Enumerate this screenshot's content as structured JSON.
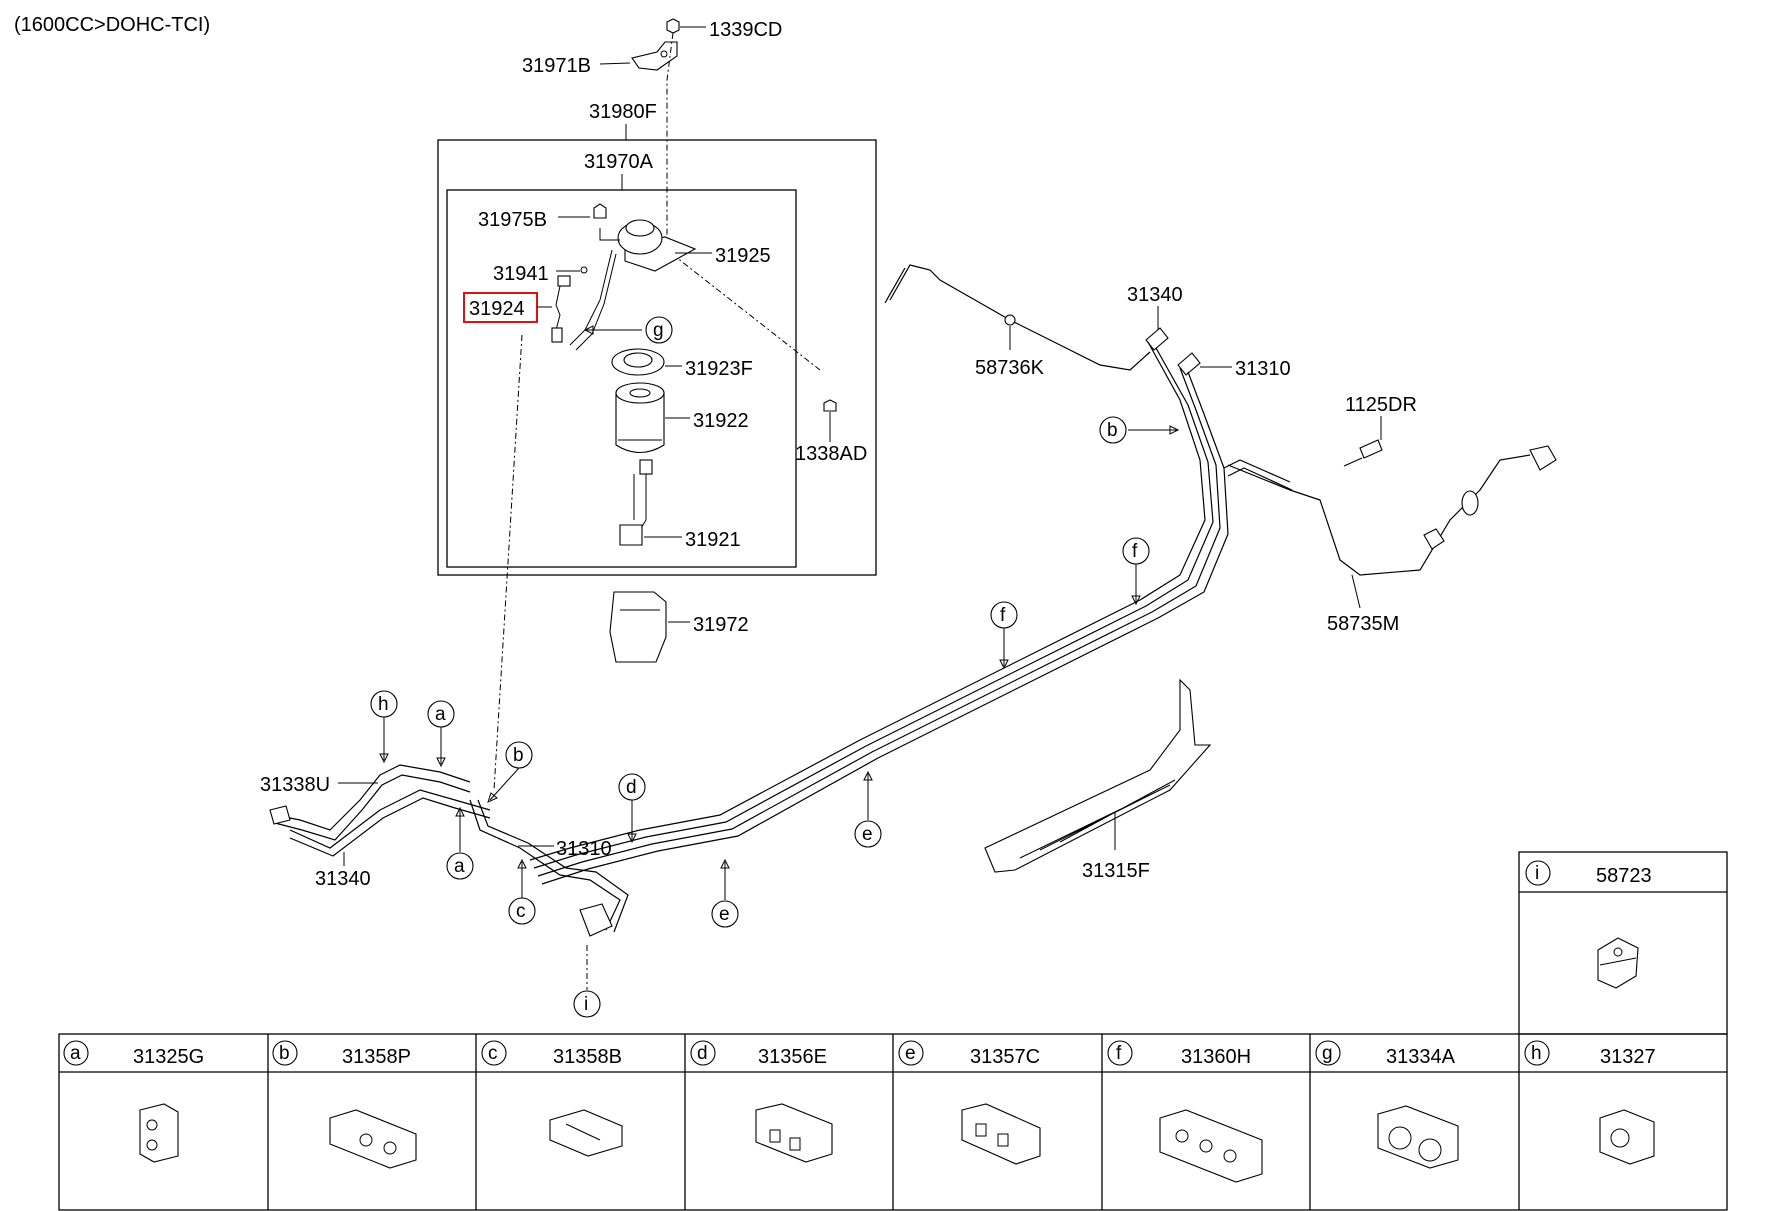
{
  "header": {
    "variant": "(1600CC>DOHC-TCI)"
  },
  "highlight_color": "#e01010",
  "labels": {
    "p1339CD": "1339CD",
    "p31971B": "31971B",
    "p31980F": "31980F",
    "p31970A": "31970A",
    "p31975B": "31975B",
    "p31925": "31925",
    "p31941": "31941",
    "p31924": "31924",
    "p31923F": "31923F",
    "p31922": "31922",
    "p1338AD": "1338AD",
    "p31921": "31921",
    "p31972": "31972",
    "p31340_top": "31340",
    "p58736K": "58736K",
    "p31310_top": "31310",
    "p1125DR": "1125DR",
    "p58735M": "58735M",
    "p31338U": "31338U",
    "p31340_left": "31340",
    "p31310_bottom": "31310",
    "p31315F": "31315F"
  },
  "callouts": {
    "g": "g",
    "b": "b",
    "f": "f",
    "d": "d",
    "e": "e",
    "a": "a",
    "c": "c",
    "h": "h",
    "i": "i"
  },
  "inset_i": {
    "letter": "i",
    "part": "58723"
  },
  "legend": [
    {
      "letter": "a",
      "part": "31325G"
    },
    {
      "letter": "b",
      "part": "31358P"
    },
    {
      "letter": "c",
      "part": "31358B"
    },
    {
      "letter": "d",
      "part": "31356E"
    },
    {
      "letter": "e",
      "part": "31357C"
    },
    {
      "letter": "f",
      "part": "31360H"
    },
    {
      "letter": "g",
      "part": "31334A"
    },
    {
      "letter": "h",
      "part": "31327"
    }
  ]
}
